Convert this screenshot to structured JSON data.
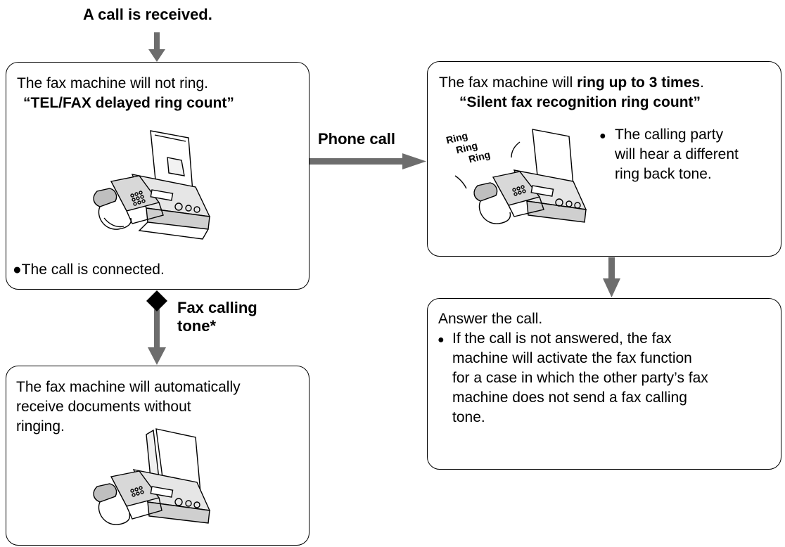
{
  "start_label": "A call is received.",
  "box_tel_fax": {
    "line1": "The fax machine will not ring.",
    "setting": "“TEL/FAX delayed ring count”",
    "bullet": "●The call is connected."
  },
  "edge_phone": {
    "label": "Phone call"
  },
  "box_silent": {
    "line1_pre": "The fax machine will ",
    "line1_bold": "ring up to 3 times",
    "line1_post": ".",
    "setting": "“Silent fax recognition ring count”",
    "ring_words": [
      "Ring",
      "Ring",
      "Ring"
    ],
    "bullet_mark": "●",
    "bullet_lines": [
      "The calling party",
      "will hear a different",
      "ring back tone."
    ]
  },
  "edge_fax": {
    "label_lines": [
      "Fax calling",
      "tone*"
    ]
  },
  "box_auto": {
    "lines": [
      "The fax machine will automatically",
      "receive documents without",
      "ringing."
    ]
  },
  "box_answer": {
    "title": "Answer the call.",
    "bullet_mark": "●",
    "bullet_lines": [
      "If the call is not answered, the fax",
      "machine will activate the fax function",
      "for a case in which the other party’s fax",
      "machine does not send a fax calling",
      "tone."
    ]
  },
  "colors": {
    "arrow": "#6d6d6d",
    "outline": "#000000"
  },
  "icons": [
    "fax-machine-icon",
    "fax-machine-ringing-icon",
    "fax-machine-receiving-icon"
  ]
}
